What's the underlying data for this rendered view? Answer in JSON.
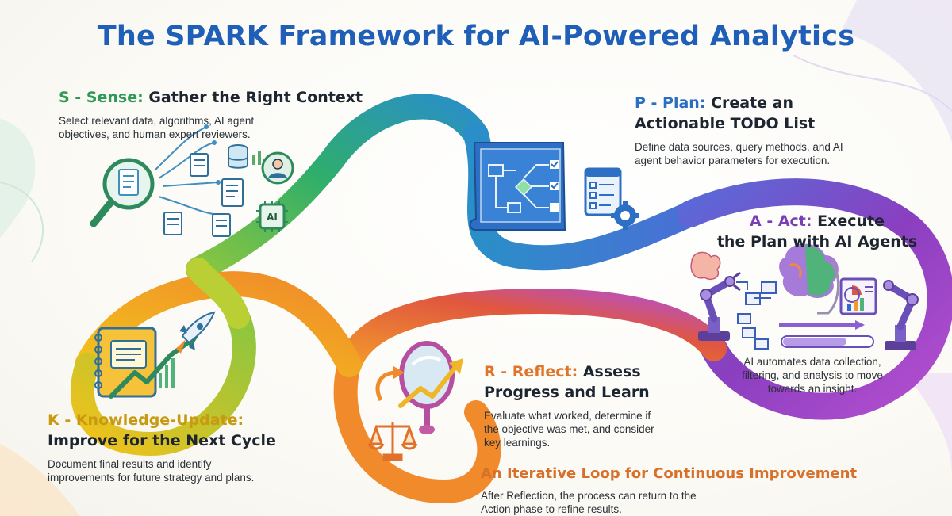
{
  "title": "The SPARK Framework for AI-Powered Analytics",
  "sections": {
    "sense": {
      "prefix": "S - Sense:",
      "heading_l1": "Gather the Right Context",
      "desc_l1": "Select relevant data, algorithms, AI agent",
      "desc_l2": "objectives, and human expert reviewers.",
      "icon_label": "AI"
    },
    "plan": {
      "prefix": "P - Plan:",
      "heading_l1": "Create an",
      "heading_l2": "Actionable TODO List",
      "desc_l1": "Define data sources, query methods, and AI",
      "desc_l2": "agent behavior parameters for execution."
    },
    "act": {
      "prefix": "A - Act:",
      "heading_l1": "Execute",
      "heading_l2": "the Plan with AI Agents",
      "desc_l1": "AI automates data collection,",
      "desc_l2": "filtering, and analysis to move",
      "desc_l3": "towards an insight."
    },
    "reflect": {
      "prefix": "R - Reflect:",
      "heading_l1": "Assess",
      "heading_l2": "Progress and Learn",
      "desc_l1": "Evaluate what worked, determine if",
      "desc_l2": "the objective was met, and consider",
      "desc_l3": "key learnings."
    },
    "loop": {
      "heading": "An Iterative Loop for Continuous Improvement",
      "desc_l1": "After Reflection, the process can return to the",
      "desc_l2": "Action phase to refine results."
    },
    "knowledge": {
      "prefix": "K - Knowledge-Update:",
      "heading_l2": "Improve for the Next Cycle",
      "desc_l1": "Document final results and identify",
      "desc_l2": "improvements for future strategy and plans."
    }
  },
  "colors": {
    "title": "#1f5fb8",
    "sense": "#2f9a55",
    "plan": "#2a6fc1",
    "act": "#7a3fb8",
    "reflect": "#e2742a",
    "knowledge": "#c79a12",
    "loop": "#d9702a"
  },
  "icons": [
    "magnifier-icon",
    "document-icon",
    "database-icon",
    "person-icon",
    "ai-chip-icon",
    "flowchart-blueprint-icon",
    "checklist-gear-icon",
    "robot-arm-icon",
    "brain-icon",
    "dashboard-icon",
    "mirror-icon",
    "balance-scale-icon",
    "notebook-icon",
    "rocket-icon",
    "growth-arrow-icon"
  ]
}
